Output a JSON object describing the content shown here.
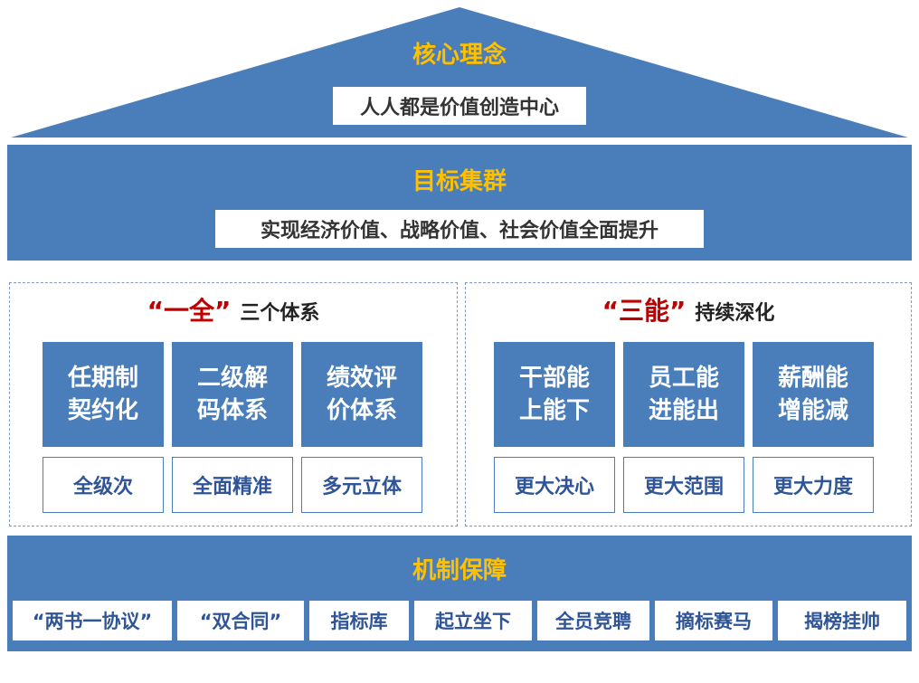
{
  "roof": {
    "title": "核心理念",
    "subtitle": "人人都是价值创造中心"
  },
  "goals": {
    "title": "目标集群",
    "subtitle": "实现经济价值、战略价值、社会价值全面提升"
  },
  "left_panel": {
    "title_highlight": "“一全”",
    "title_rest": "三个体系",
    "cards": [
      {
        "line1": "任期制",
        "line2": "契约化",
        "sub": "全级次"
      },
      {
        "line1": "二级解",
        "line2": "码体系",
        "sub": "全面精准"
      },
      {
        "line1": "绩效评",
        "line2": "价体系",
        "sub": "多元立体"
      }
    ]
  },
  "right_panel": {
    "title_highlight": "“三能”",
    "title_rest": "持续深化",
    "cards": [
      {
        "line1": "干部能",
        "line2": "上能下",
        "sub": "更大决心"
      },
      {
        "line1": "员工能",
        "line2": "进能出",
        "sub": "更大范围"
      },
      {
        "line1": "薪酬能",
        "line2": "增能减",
        "sub": "更大力度"
      }
    ]
  },
  "mechanism": {
    "title": "机制保障",
    "items": [
      "“两书一协议”",
      "“双合同”",
      "指标库",
      "起立坐下",
      "全员竞聘",
      "摘标赛马",
      "揭榜挂帅"
    ]
  },
  "colors": {
    "primary_blue": "#4a7ebb",
    "title_gold": "#ffc000",
    "highlight_red": "#c00000"
  }
}
